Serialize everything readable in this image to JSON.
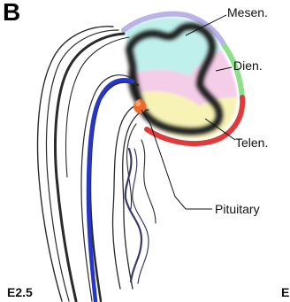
{
  "panel": "B",
  "stage": "E2.5",
  "stage_fragment": "E",
  "labels": {
    "mesen": "Mesen.",
    "dien": "Dien.",
    "telen": "Telen.",
    "pituitary": "Pituitary"
  },
  "colors": {
    "mesencephalon": "#bff0ec",
    "mesencephalon_outline": "#b9b3e8",
    "diencephalon": "#f4cde8",
    "diencephalon_outline": "#8de08a",
    "telencephalon": "#f7f3b5",
    "telencephalon_outline": "#e23a3a",
    "neural_tube_blue": "#2636c8",
    "pituitary": "#ef6a2a"
  }
}
